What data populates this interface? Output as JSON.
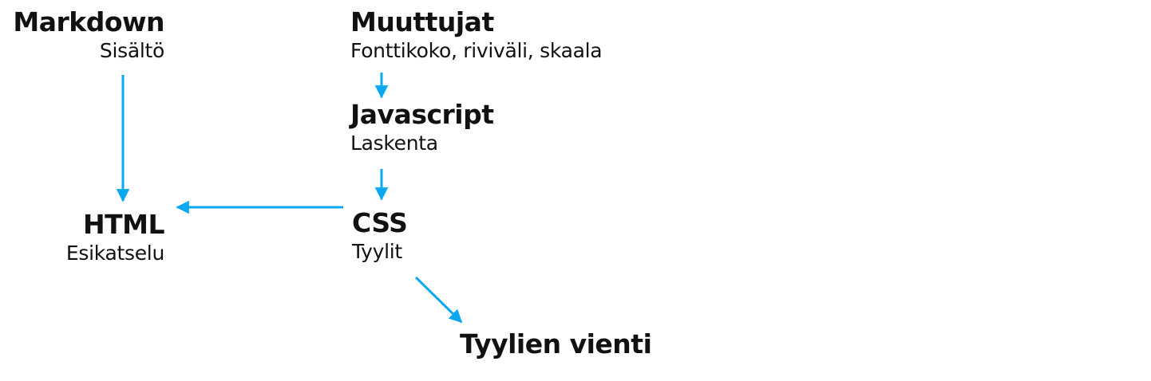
{
  "colors": {
    "arrow": "#0aa8f0",
    "text": "#111111",
    "background": "#ffffff"
  },
  "nodes": {
    "markdown": {
      "title": "Markdown",
      "subtitle": "Sisältö"
    },
    "muuttujat": {
      "title": "Muuttujat",
      "subtitle": "Fonttikoko, riviväli, skaala"
    },
    "javascript": {
      "title": "Javascript",
      "subtitle": "Laskenta"
    },
    "html": {
      "title": "HTML",
      "subtitle": "Esikatselu"
    },
    "css": {
      "title": "CSS",
      "subtitle": "Tyylit"
    },
    "vienti": {
      "title": "Tyylien vienti"
    }
  },
  "edges": [
    {
      "from": "markdown",
      "to": "html"
    },
    {
      "from": "muuttujat",
      "to": "javascript"
    },
    {
      "from": "javascript",
      "to": "css"
    },
    {
      "from": "css",
      "to": "html"
    },
    {
      "from": "css",
      "to": "vienti"
    }
  ]
}
